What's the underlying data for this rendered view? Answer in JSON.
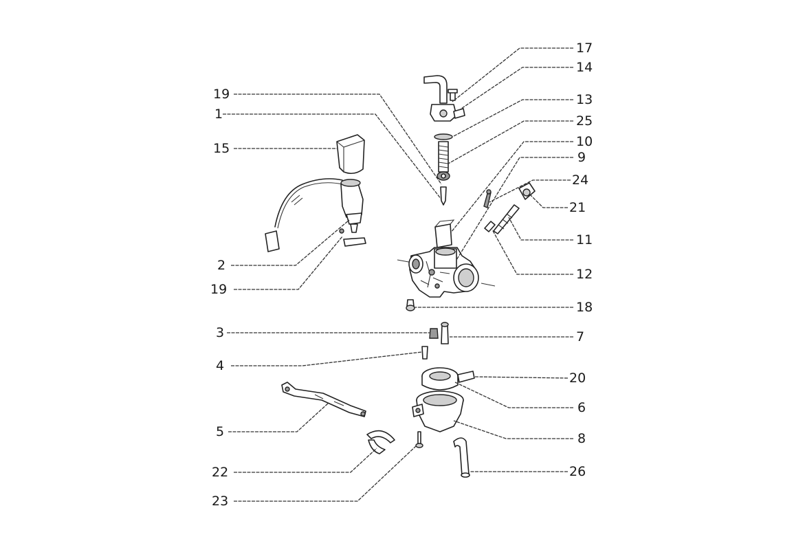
{
  "labels": {
    "l17": "17",
    "l14": "14",
    "l13": "13",
    "l25": "25",
    "l10": "10",
    "l9": "9",
    "l24": "24",
    "l21": "21",
    "l11": "11",
    "l12": "12",
    "l18": "18",
    "l7": "7",
    "l20": "20",
    "l6": "6",
    "l8": "8",
    "l26": "26",
    "l19a": "19",
    "l1": "1",
    "l15": "15",
    "l2": "2",
    "l19b": "19",
    "l3": "3",
    "l4": "4",
    "l5": "5",
    "l22": "22",
    "l23": "23"
  }
}
